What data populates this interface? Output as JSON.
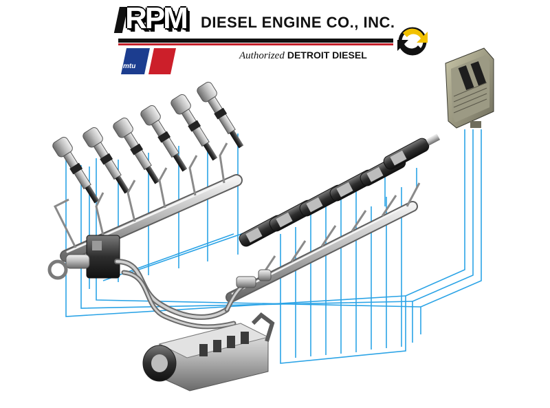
{
  "header": {
    "logo_initials": "RPM",
    "company_name": "DIESEL ENGINE CO., INC.",
    "tagline_prefix": "Authorized",
    "tagline_brand": "DETROIT DIESEL",
    "partner_logo_text": "mtu"
  },
  "colors": {
    "wire_blue": "#2aa3e6",
    "stripe_red": "#c4202a",
    "stripe_black": "#111111",
    "mtu_blue": "#1c3d8f",
    "mtu_red": "#cc1f2a",
    "arrow_yellow": "#f2c100",
    "metal_dark": "#3c3c3c",
    "metal_light": "#d4d4d4"
  },
  "components": [
    "rpm-logo",
    "mtu-logo",
    "detroit-diesel-logo",
    "engine-control-module",
    "fuel-injectors-left-bank",
    "fuel-injectors-right-bank",
    "common-rail",
    "high-pressure-fuel-pump",
    "wiring-harness"
  ]
}
